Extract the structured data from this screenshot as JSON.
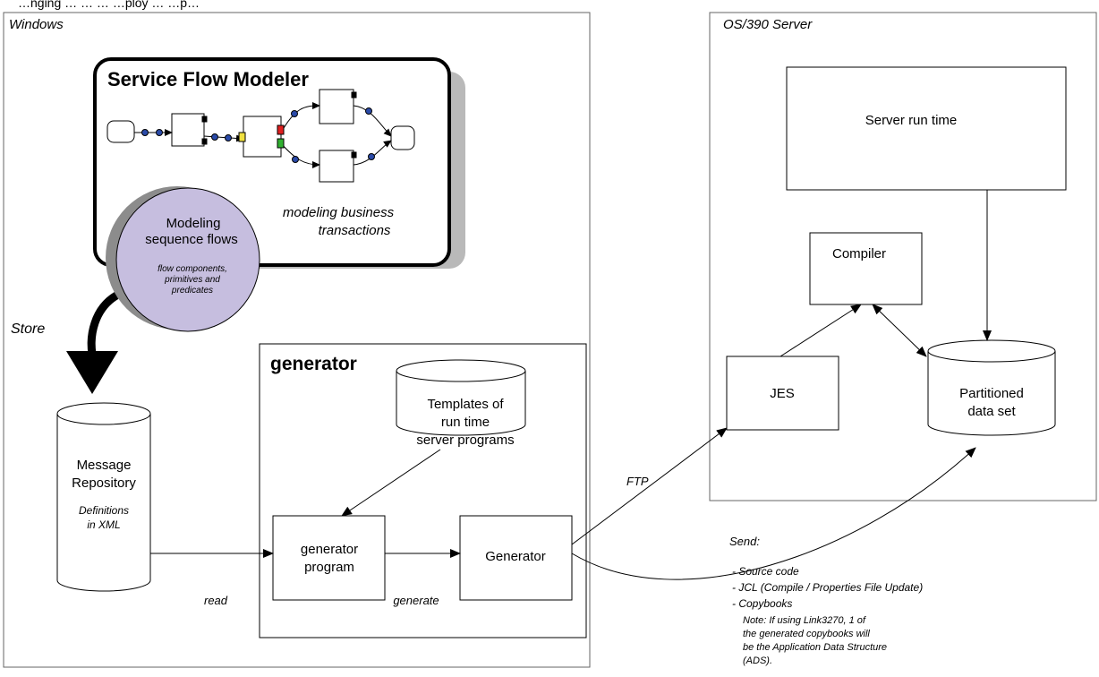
{
  "header_fragment": "…nging … … … …ploy … …p…",
  "regions": {
    "windows": "Windows",
    "os390": "OS/390 Server"
  },
  "modeler": {
    "title": "Service Flow Modeler",
    "caption_line1": "modeling business",
    "caption_line2": "transactions"
  },
  "circle": {
    "line1": "Modeling",
    "line2": "sequence flows",
    "sub1": "flow components,",
    "sub2": "primitives and",
    "sub3": "predicates",
    "fill": "#c6bedf"
  },
  "store_label": "Store",
  "repository": {
    "line1": "Message",
    "line2": "Repository",
    "sub1": "Definitions",
    "sub2": "in XML"
  },
  "generator_box": {
    "title": "generator",
    "templates1": "Templates of",
    "templates2": "run time",
    "templates3": "server programs",
    "program1": "generator",
    "program2": "program",
    "generator": "Generator"
  },
  "edges": {
    "read": "read",
    "generate": "generate",
    "ftp": "FTP"
  },
  "server": {
    "runtime": "Server run time",
    "compiler": "Compiler",
    "jes": "JES",
    "pds1": "Partitioned",
    "pds2": "data set"
  },
  "send": {
    "title": "Send:",
    "items": [
      "- Source code",
      "- JCL (Compile / Properties File Update)",
      "- Copybooks"
    ],
    "note1": "Note: If using Link3270, 1 of",
    "note2": "the generated copybooks will",
    "note3": "be the Application Data Structure",
    "note4": "(ADS)."
  }
}
